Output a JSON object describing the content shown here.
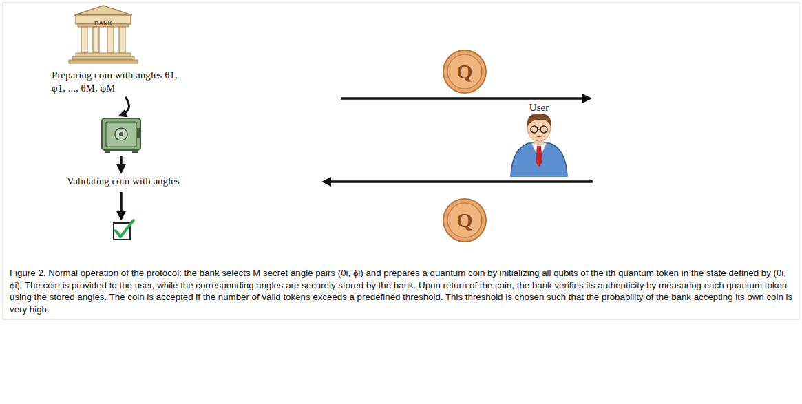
{
  "diagram": {
    "caption": "Figure 2. Normal operation of the protocol: the bank selects M secret angle pairs (θi, ϕi) and prepares a quantum coin by initializing all qubits of the ith quantum token in the state defined by (θi, ϕi). The coin is provided to the user, while the corresponding angles are securely stored by the bank. Upon return of the coin, the bank verifies its authenticity by measuring each quantum token using the stored angles. The coin is accepted if the number of valid tokens exceeds a predefined threshold. This threshold is chosen such that the probability of the bank accepting its own coin is very high.",
    "nodes": [
      {
        "text": [
          "BANK",
          "Preparing coin with angles θ1, φ1, ..., θM, φM"
        ]
      },
      {
        "text": [
          "User"
        ]
      },
      {
        "text": [
          "Validating coin with angles"
        ]
      }
    ],
    "edges": [
      {
        "from": 0,
        "to": 1,
        "arrow": "to"
      },
      {
        "from": 1,
        "to": 2,
        "arrow": "to"
      }
    ],
    "labels": [
      "Q",
      "Q"
    ]
  }
}
